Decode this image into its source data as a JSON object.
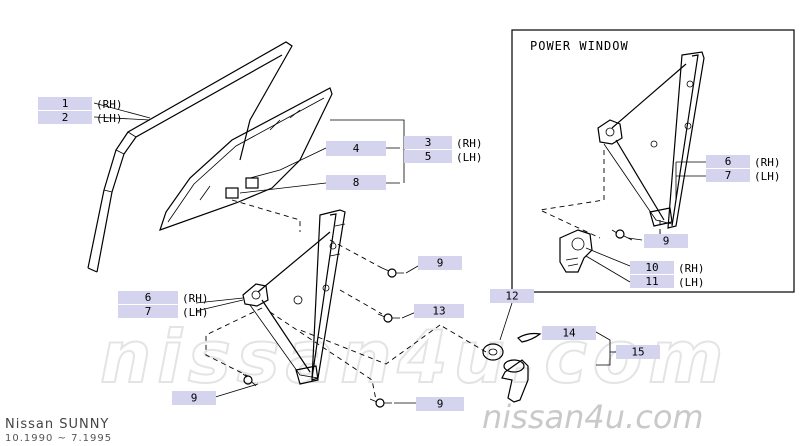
{
  "diagram": {
    "inset_title": "POWER WINDOW",
    "callouts": [
      {
        "id": "c1",
        "number": "1",
        "side": "(RH)"
      },
      {
        "id": "c2",
        "number": "2",
        "side": "(LH)"
      },
      {
        "id": "c3",
        "number": "3",
        "side": "(RH)"
      },
      {
        "id": "c4",
        "number": "4",
        "side": ""
      },
      {
        "id": "c5",
        "number": "5",
        "side": "(LH)"
      },
      {
        "id": "c8",
        "number": "8",
        "side": ""
      },
      {
        "id": "c9a",
        "number": "9",
        "side": ""
      },
      {
        "id": "c6m",
        "number": "6",
        "side": "(RH)"
      },
      {
        "id": "c7m",
        "number": "7",
        "side": "(LH)"
      },
      {
        "id": "c13",
        "number": "13",
        "side": ""
      },
      {
        "id": "c12",
        "number": "12",
        "side": ""
      },
      {
        "id": "c14",
        "number": "14",
        "side": ""
      },
      {
        "id": "c15",
        "number": "15",
        "side": ""
      },
      {
        "id": "c9b",
        "number": "9",
        "side": ""
      },
      {
        "id": "c9c",
        "number": "9",
        "side": ""
      },
      {
        "id": "c6p",
        "number": "6",
        "side": "(RH)"
      },
      {
        "id": "c7p",
        "number": "7",
        "side": "(LH)"
      },
      {
        "id": "c9p",
        "number": "9",
        "side": ""
      },
      {
        "id": "c10",
        "number": "10",
        "side": "(RH)"
      },
      {
        "id": "c11",
        "number": "11",
        "side": "(LH)"
      }
    ]
  },
  "watermark": {
    "overlay": "nissan4u.com",
    "site": "nissan4u.com",
    "model": "Nissan SUNNY",
    "years": "10.1990 ~ 7.1995"
  },
  "colors": {
    "label_box": "#d4d4ee",
    "line": "#000000"
  }
}
